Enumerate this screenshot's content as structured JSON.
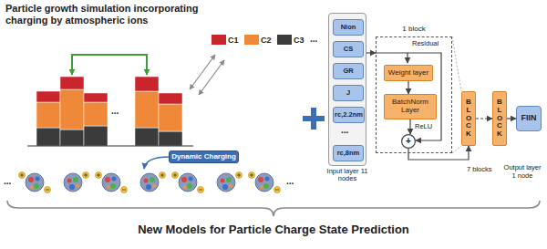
{
  "diagram": {
    "title": "New Models for Particle Charge State Prediction",
    "nodes": [
      {
        "text": [
          "Dynamic Charging"
        ]
      },
      {
        "text": [
          "Input layer 11 nodes"
        ]
      },
      {
        "text": [
          "Nion"
        ],
        "in": 1
      },
      {
        "text": [
          "CS"
        ],
        "in": 1
      },
      {
        "text": [
          "GR"
        ],
        "in": 1
      },
      {
        "text": [
          "J"
        ],
        "in": 1
      },
      {
        "text": [
          "rc,2.2nm"
        ],
        "in": 1
      },
      {
        "text": [
          "rc,8nm"
        ],
        "in": 1
      },
      {
        "text": [
          "1 block"
        ]
      },
      {
        "text": [
          "Weight layer"
        ],
        "in": 8
      },
      {
        "text": [
          "BatchNorm Layer"
        ],
        "in": 8
      },
      {
        "text": [
          "+"
        ],
        "in": 8
      },
      {
        "text": [
          "BLOCK"
        ]
      },
      {
        "text": [
          "BLOCK"
        ]
      },
      {
        "text": [
          "FIIN"
        ]
      }
    ],
    "edges": [
      {
        "from": 1,
        "to": 8,
        "arrow": "to"
      },
      {
        "from": 9,
        "to": 10,
        "arrow": "to"
      },
      {
        "from": 10,
        "to": 11,
        "label": "ReLU",
        "arrow": "to"
      },
      {
        "from": 11,
        "to": 12,
        "arrow": "to"
      },
      {
        "from": 12,
        "to": 13,
        "arrow": "to"
      },
      {
        "from": 13,
        "to": 14,
        "arrow": "to"
      }
    ],
    "labels": [
      "Particle growth simulation incorporating charging by atmospheric ions",
      "...",
      "...",
      "...",
      "...",
      "...",
      "Residual",
      "7 blocks",
      "Output layer 1 node"
    ],
    "legend": [
      {
        "text": "C1",
        "color": "#c8262c"
      },
      {
        "text": "C2",
        "color": "#f0883a"
      },
      {
        "text": "C3",
        "color": "#3b3b3b"
      }
    ]
  }
}
